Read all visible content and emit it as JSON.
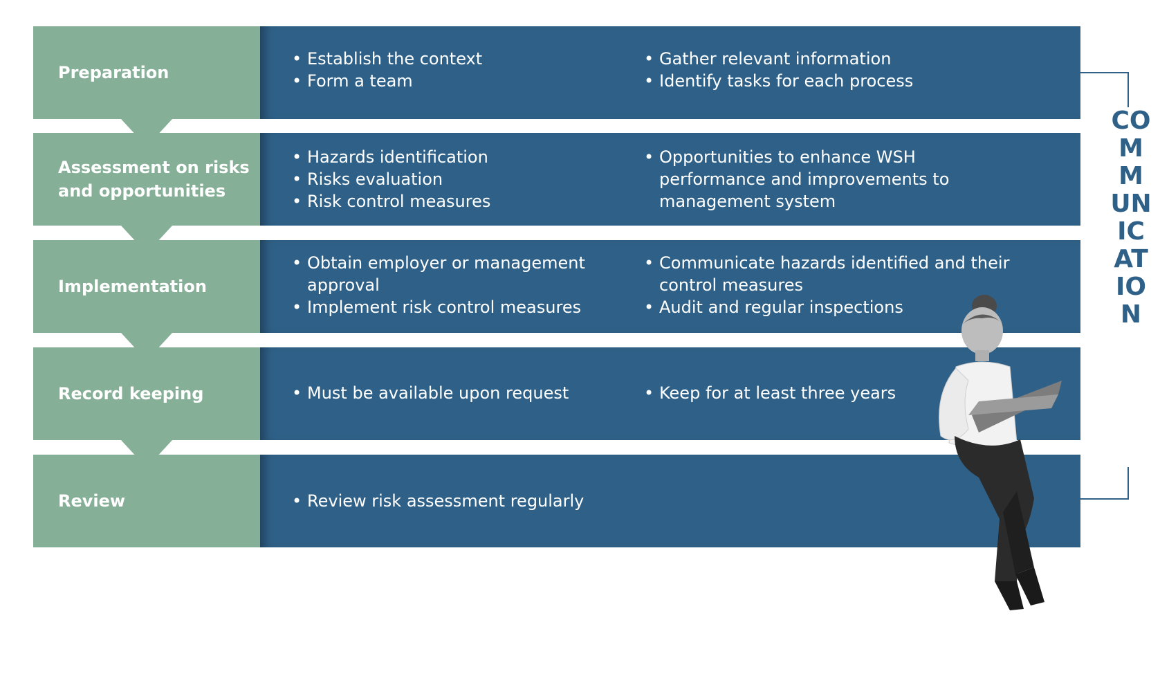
{
  "stages": [
    {
      "label": "Preparation",
      "col1": [
        "Establish the context",
        "Form a team"
      ],
      "col2": [
        "Gather relevant information",
        "Identify tasks for each process"
      ]
    },
    {
      "label": "Assessment on risks and opportunities",
      "col1": [
        "Hazards identification",
        "Risks evaluation",
        "Risk control measures"
      ],
      "col2": [
        "Opportunities to enhance WSH performance and improvements to management system"
      ]
    },
    {
      "label": "Implementation",
      "col1": [
        "Obtain employer or management approval",
        "Implement risk control measures"
      ],
      "col2": [
        "Communicate hazards identified and their control measures",
        "Audit and regular inspections"
      ]
    },
    {
      "label": "Record keeping",
      "col1": [
        "Must be available upon request"
      ],
      "col2": [
        "Keep for at least three years"
      ]
    },
    {
      "label": "Review",
      "col1": [
        "Review risk assessment regularly"
      ],
      "col2": []
    }
  ],
  "side_label": "COMMUNICATION",
  "colors": {
    "stage": "#85af96",
    "detail": "#2f6188",
    "accent": "#2f6188"
  },
  "illustration": "woman-with-laptop-photo"
}
